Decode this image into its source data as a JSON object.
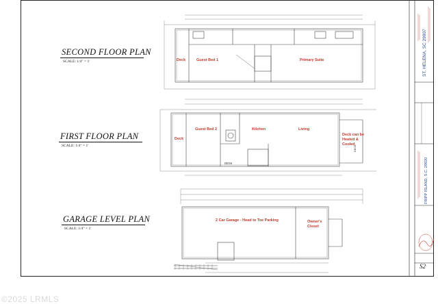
{
  "plans": {
    "second": {
      "title": "SECOND FLOOR PLAN",
      "scale": "SCALE: 1/4\" = 1'"
    },
    "first": {
      "title": "FIRST FLOOR PLAN",
      "scale": "SCALE: 1/4\" = 1'"
    },
    "garage": {
      "title": "GARAGE LEVEL PLAN",
      "scale": "SCALE: 1/4\" = 1'"
    }
  },
  "rooms": {
    "second_deck": "Deck",
    "guest_bed_1": "Guest Bed 1",
    "primary_suite": "Primary Suite",
    "first_deck": "Deck",
    "guest_bed_2": "Guest Bed 2",
    "kitchen": "Kitchen",
    "living": "Living",
    "deck_heated": "Deck can be Heated & Cooled",
    "garage": "2 Car Garage - Head to Toe Parking",
    "owners_closet": "Owner's Closet"
  },
  "labels": {
    "desk": "DESK",
    "deck_side": "DECK"
  },
  "title_block": {
    "location_top": "ST. HELENA, SC  29907",
    "location_mid": "FRIPP ISLAND, S.C. 29920",
    "sheet_number": "S2"
  },
  "watermark": "©2025 LRMLS",
  "colors": {
    "room_text": "#c0392b",
    "line": "#333333",
    "stamp": "#c0392b",
    "title_block_text": "#2a4a9a"
  }
}
